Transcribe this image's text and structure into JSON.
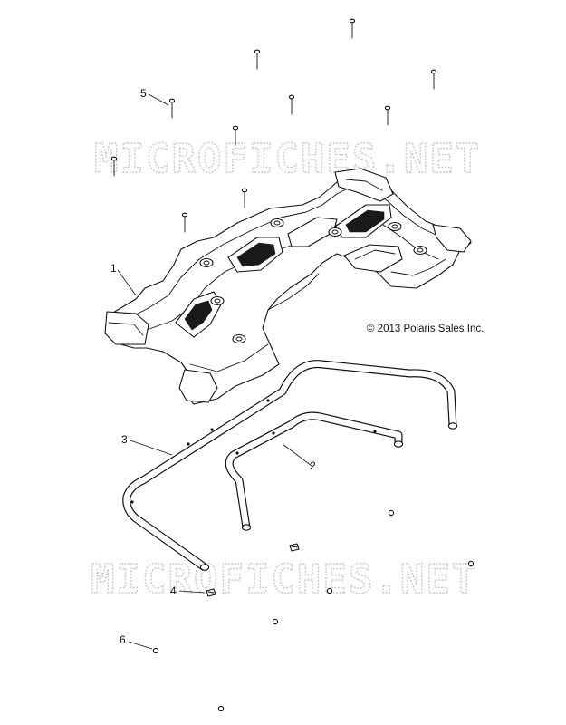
{
  "watermarks": [
    "MICROFICHES.NET",
    "MICROFICHES.NET"
  ],
  "copyright": "© 2013 Polaris Sales Inc.",
  "callouts": {
    "c1": "1",
    "c2": "2",
    "c3": "3",
    "c4": "4",
    "c5": "5",
    "c6": "6"
  },
  "parts": {
    "rack": "rack-frame",
    "rail_inner": "rail-2",
    "rail_outer": "rail-3",
    "bolts": "bolt-5",
    "clip": "clip-4",
    "nut": "nut-6"
  }
}
